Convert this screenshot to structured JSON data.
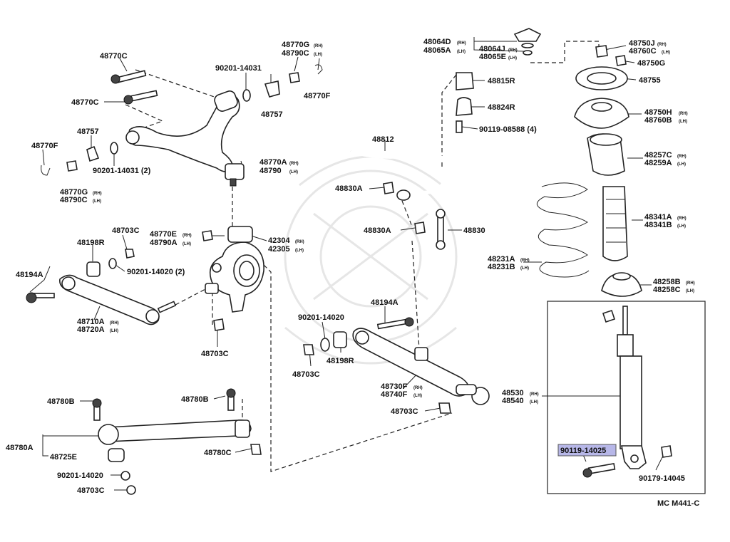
{
  "labels": {
    "l_48770c_a": "48770C",
    "l_48770c_b": "48770C",
    "l_90201_14031_a": "90201-14031",
    "l_48770g_rh": "48770G",
    "l_48790c_lh": "48790C",
    "l_48770f_a": "48770F",
    "l_48757_a": "48757",
    "l_48757_b": "48757",
    "l_48770f_b": "48770F",
    "l_90201_14031_b": "90201-14031 (2)",
    "l_48770a_rh": "48770A",
    "l_48790_lh": "48790",
    "l_48770g_b": "48770G",
    "l_48790c_b": "48790C",
    "l_48703c_a": "48703C",
    "l_48770e": "48770E",
    "l_48790a": "48790A",
    "l_42304": "42304",
    "l_42305": "42305",
    "l_48198r_a": "48198R",
    "l_90201_14020_a": "90201-14020 (2)",
    "l_48194a_a": "48194A",
    "l_48710a": "48710A",
    "l_48720a": "48720A",
    "l_48703c_b": "48703C",
    "l_48064d": "48064D",
    "l_48065a": "48065A",
    "l_48064j": "48064J",
    "l_48065e": "48065E",
    "l_48815r": "48815R",
    "l_48824r": "48824R",
    "l_90119_08588": "90119-08588 (4)",
    "l_48812": "48812",
    "l_48830a_a": "48830A",
    "l_48830a_b": "48830A",
    "l_48830": "48830",
    "l_48750j": "48750J",
    "l_48760c": "48760C",
    "l_48750g": "48750G",
    "l_48755": "48755",
    "l_48750h": "48750H",
    "l_48760b": "48760B",
    "l_48257c": "48257C",
    "l_48259a": "48259A",
    "l_48341a": "48341A",
    "l_48341b": "48341B",
    "l_48231a": "48231A",
    "l_48231b": "48231B",
    "l_48258b": "48258B",
    "l_48258c": "48258C",
    "l_48194a_b": "48194A",
    "l_90201_14020_b": "90201-14020",
    "l_48198r_b": "48198R",
    "l_48703c_c": "48703C",
    "l_48730f": "48730F",
    "l_48740f": "48740F",
    "l_48703c_d": "48703C",
    "l_48530": "48530",
    "l_48540": "48540",
    "l_90119_14025": "90119-14025",
    "l_90179_14045": "90179-14045",
    "l_48780b_a": "48780B",
    "l_48780b_b": "48780B",
    "l_48780a": "48780A",
    "l_48725e": "48725E",
    "l_48780c": "48780C",
    "l_90201_14020_c": "90201-14020",
    "l_48703c_e": "48703C",
    "l_code": "MC M441-C"
  },
  "side": {
    "rh": "(RH)",
    "lh": "(LH)"
  },
  "colors": {
    "highlight": "#b7b7e8",
    "ink": "#222222"
  }
}
